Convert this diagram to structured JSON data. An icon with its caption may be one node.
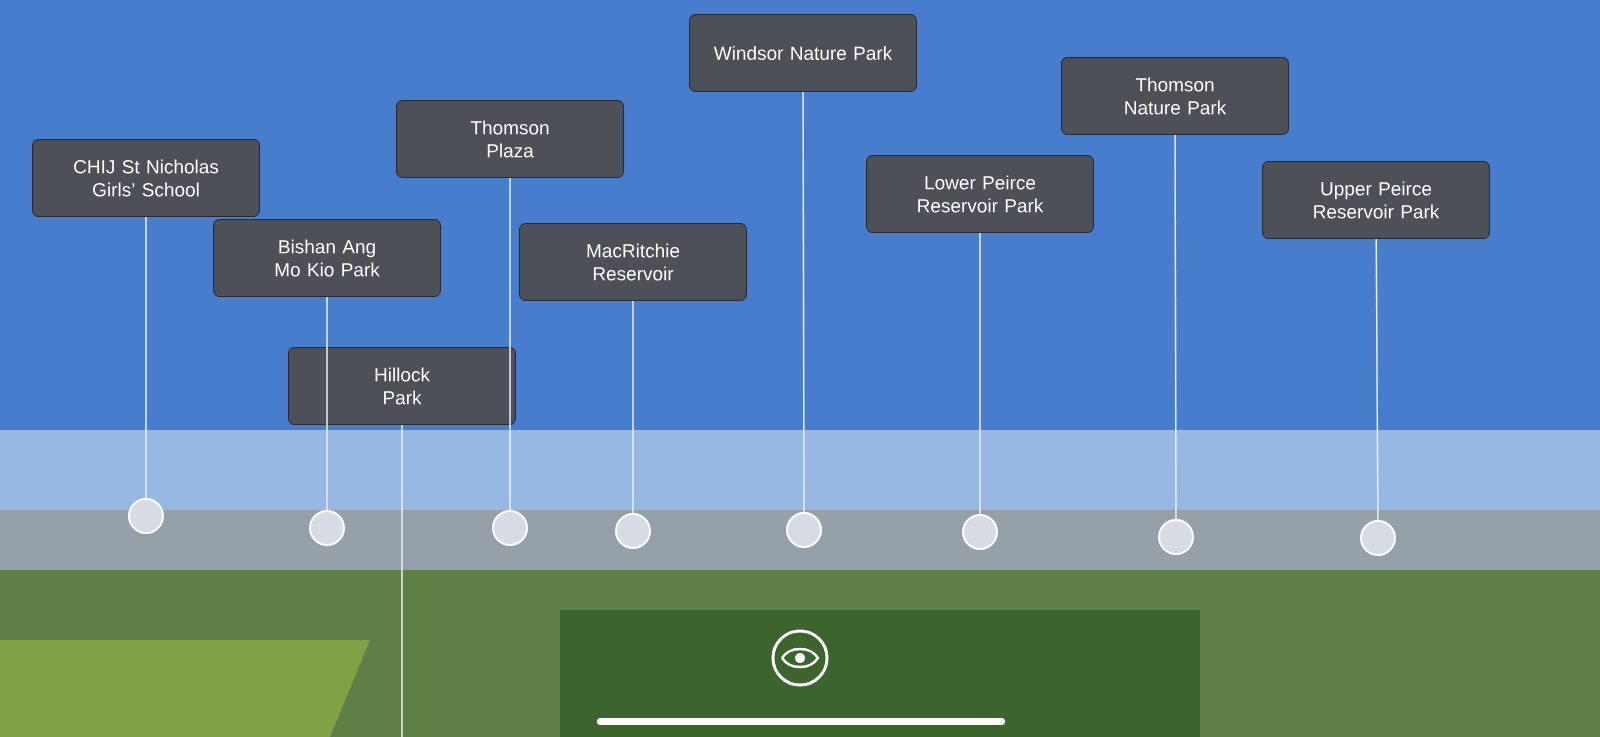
{
  "diagram": {
    "nodes": [
      {
        "text": [
          "CHIJ St Nicholas Girls’ School"
        ]
      },
      {
        "text": [
          "Bishan Ang Mo Kio Park"
        ]
      },
      {
        "text": [
          "Hillock Park"
        ]
      },
      {
        "text": [
          "Thomson Plaza"
        ]
      },
      {
        "text": [
          "MacRitchie Reservoir"
        ]
      },
      {
        "text": [
          "Windsor Nature Park"
        ]
      },
      {
        "text": [
          "Lower Peirce Reservoir Park"
        ]
      },
      {
        "text": [
          "Thomson Nature Park"
        ]
      },
      {
        "text": [
          "Upper Peirce Reservoir Park"
        ]
      },
      {
        "text": [],
        "shape": "circle"
      },
      {
        "text": [],
        "shape": "circle"
      },
      {
        "text": [],
        "shape": "circle"
      },
      {
        "text": [],
        "shape": "circle"
      },
      {
        "text": [],
        "shape": "circle"
      },
      {
        "text": [],
        "shape": "circle"
      },
      {
        "text": [],
        "shape": "circle"
      },
      {
        "text": [],
        "shape": "circle"
      }
    ],
    "edges": [
      {
        "from": 0,
        "to": 9,
        "arrow": "none"
      },
      {
        "from": 1,
        "to": 10,
        "arrow": "none"
      },
      {
        "from": 2,
        "to": null,
        "arrow": "none"
      },
      {
        "from": 3,
        "to": 11,
        "arrow": "none"
      },
      {
        "from": 4,
        "to": 12,
        "arrow": "none"
      },
      {
        "from": 5,
        "to": 13,
        "arrow": "none"
      },
      {
        "from": 6,
        "to": 14,
        "arrow": "none"
      },
      {
        "from": 7,
        "to": 15,
        "arrow": "none"
      },
      {
        "from": 8,
        "to": 16,
        "arrow": "none"
      }
    ]
  }
}
